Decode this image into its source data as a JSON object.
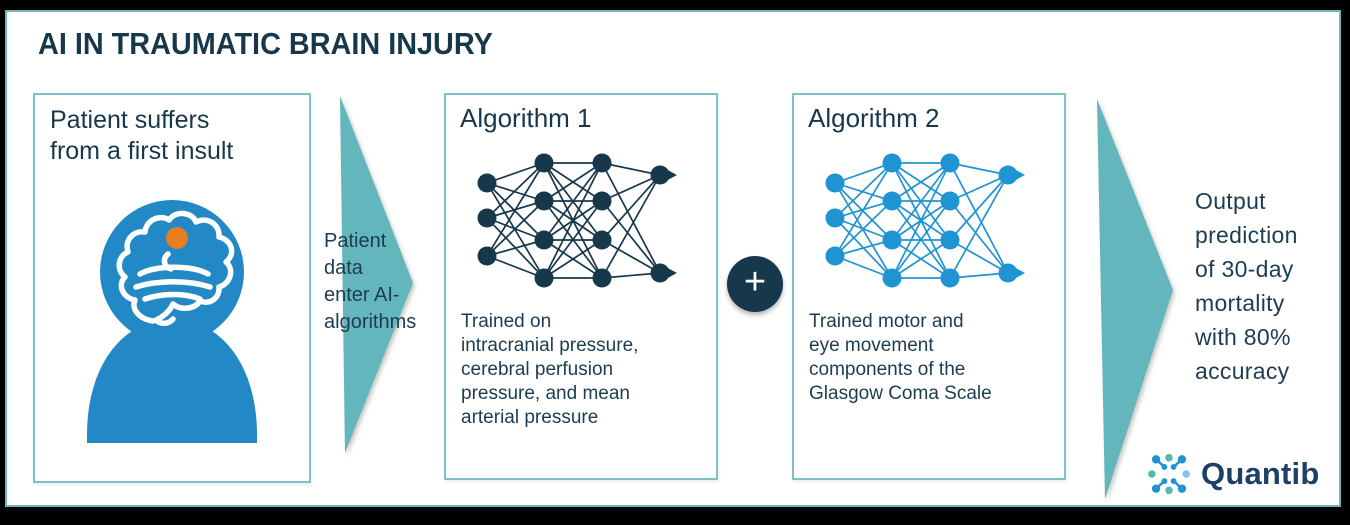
{
  "colors": {
    "arrow_teal": "#63b7bc",
    "box_border_teal": "#7cc2c7",
    "slide_border_teal": "#6fb7bc",
    "dark_navy": "#16384a",
    "text_dark": "#1c3c51",
    "network_dark": "#16384a",
    "network_blue": "#2094d3",
    "person_blue": "#2289c6",
    "insult_orange": "#e87e23",
    "logo_navy": "#1e3f66",
    "logo_blue": "#2094d3",
    "logo_teal": "#56b7ae",
    "logo_light_blue": "#7cc6e8"
  },
  "title": "AI IN TRAUMATIC BRAIN INJURY",
  "flow": {
    "patient_box": {
      "heading": "Patient suffers\nfrom a first insult",
      "icon": "patient-with-brain-injury"
    },
    "input_arrow": {
      "label": "Patient\ndata\nenter AI-\nalgorithms"
    },
    "algorithm1": {
      "heading": "Algorithm 1",
      "icon": "neural-network",
      "layers": [
        3,
        4,
        4,
        2
      ],
      "description": "Trained on\nintracranial pressure,\ncerebral perfusion\npressure, and mean\narterial pressure"
    },
    "combiner": {
      "symbol": "+"
    },
    "algorithm2": {
      "heading": "Algorithm 2",
      "icon": "neural-network",
      "layers": [
        3,
        4,
        4,
        2
      ],
      "description": "Trained motor and\neye movement\ncomponents of the\nGlasgow Coma Scale"
    },
    "output": {
      "text": "Output\nprediction\nof 30-day\nmortality\nwith 80%\naccuracy"
    }
  },
  "logo": {
    "wordmark": "Quantib",
    "mark_icon": "quantib-dots-mark"
  }
}
